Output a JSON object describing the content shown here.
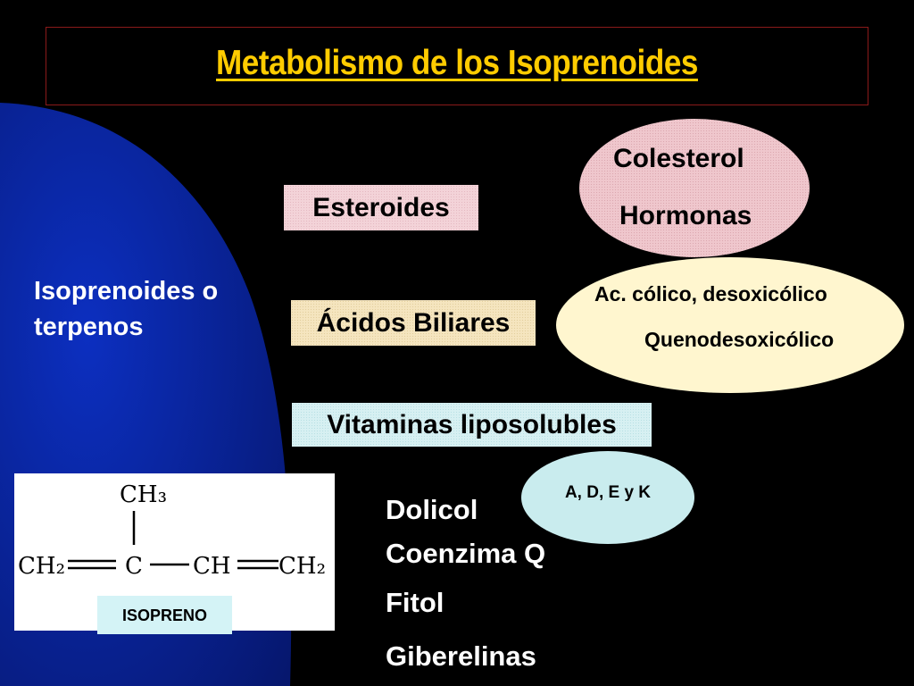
{
  "title": "Metabolismo de los Isoprenoides",
  "side_label": [
    "Isoprenoides o",
    "terpenos"
  ],
  "categories": {
    "esteroides": "Esteroides",
    "acidos": "Ácidos Biliares",
    "vitaminas": "Vitaminas liposolubles"
  },
  "ovals": {
    "colesterol": "Colesterol",
    "hormonas": "Hormonas",
    "acidos_line1": "Ac. cólico, desoxicólico",
    "acidos_line2": "Quenodesoxicólico",
    "vitaminas": "A, D, E y K"
  },
  "other_items": [
    "Dolicol",
    "Coenzima Q",
    "Fitol",
    "Giberelinas"
  ],
  "molecule": {
    "top_group": "CH₃",
    "chain": [
      "CH₂",
      "C",
      "CH",
      "CH₂"
    ],
    "caption": "ISOPRENO"
  },
  "colors": {
    "background": "#000000",
    "title": "#ffcc00",
    "accent_blue": "#0b2aa8",
    "esteroides": "#f3d3d8",
    "acidos": "#f5e5bf",
    "vitaminas": "#d7f0f2"
  }
}
